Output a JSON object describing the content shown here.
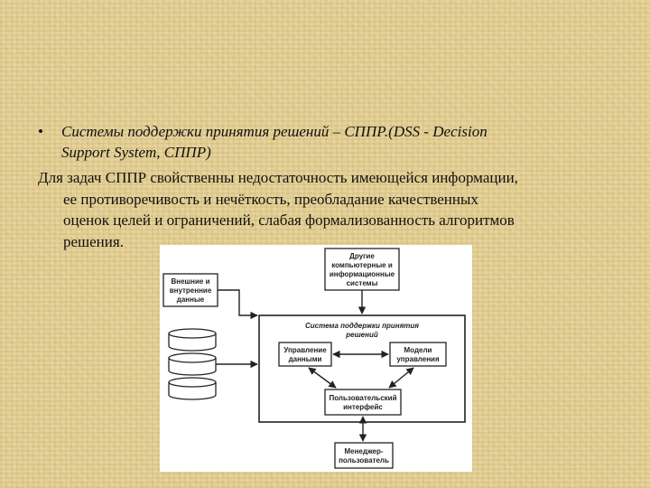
{
  "bullet": {
    "marker": "•",
    "line1": "Системы поддержки принятия решений – СППР.(DSS - Decision",
    "line2": "Support System, СППР)"
  },
  "paragraph": {
    "line1": "Для задач СППР свойственны недостаточность имеющейся информации,",
    "line2": "ее противоречивость и нечёткость, преобладание качественных",
    "line3": "оценок целей и ограничений, слабая формализованность алгоритмов",
    "line4": "решения."
  },
  "diagram": {
    "other_systems": [
      "Другие",
      "компьютерные и",
      "информационные",
      "системы"
    ],
    "external_data": [
      "Внешние и",
      "внутренние",
      "данные"
    ],
    "dss_title": [
      "Система поддержки принятия",
      "решений"
    ],
    "data_management": [
      "Управление",
      "данными"
    ],
    "model_management": [
      "Модели",
      "управления"
    ],
    "user_interface": [
      "Пользовательский",
      "интерфейс"
    ],
    "manager_user": [
      "Менеджер-",
      "пользователь"
    ]
  }
}
